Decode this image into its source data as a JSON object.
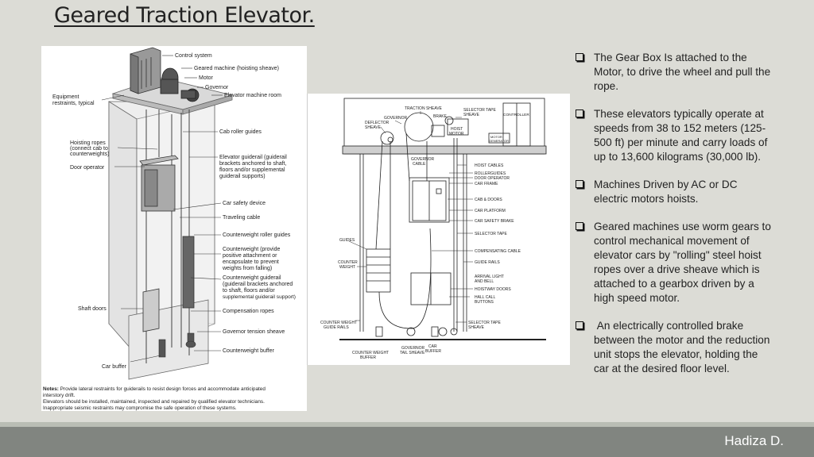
{
  "title": "Geared Traction Elevator.",
  "left_diagram": {
    "labels": {
      "control_system": "Control system",
      "geared_machine": "Geared machine (hoisting sheave)",
      "motor": "Motor",
      "governor": "Governor",
      "machine_room": "Elevator machine room",
      "equipment_restraints_1": "Equipment",
      "equipment_restraints_2": "restraints, typical",
      "cab_roller": "Cab roller guides",
      "hoisting_ropes_1": "Hoisting ropes",
      "hoisting_ropes_2": "(connect cab to",
      "hoisting_ropes_3": "counterweights)",
      "door_operator": "Door operator",
      "guiderail_1": "Elevator guiderail (guiderail",
      "guiderail_2": "brackets anchored to shaft,",
      "guiderail_3": "floors and/or supplemental",
      "guiderail_4": "guiderail supports)",
      "car_safety": "Car safety device",
      "traveling_cable": "Traveling cable",
      "cw_roller": "Counterweight roller guides",
      "counterweight_1": "Counterweight (provide",
      "counterweight_2": "positive attachment or",
      "counterweight_3": "encapsulate to prevent",
      "counterweight_4": "weights from falling)",
      "cw_guiderail_1": "Counterweight guiderail",
      "cw_guiderail_2": "(guiderail brackets anchored",
      "cw_guiderail_3": "to shaft, floors and/or",
      "cw_guiderail_4": "supplemental guiderail support)",
      "shaft_doors": "Shaft doors",
      "compensation": "Compensation ropes",
      "governor_sheave": "Governor tension sheave",
      "cw_buffer": "Counterweight buffer",
      "car_buffer": "Car buffer"
    },
    "notes_label": "Notes:",
    "notes_1": "Provide lateral restraints for guiderails to resist design forces and accommodate anticipated",
    "notes_2": "interstory drift.",
    "notes_3": "Elevators should be installed, maintained, inspected and repaired by qualified elevator technicians.",
    "notes_4": "Inappropriate seismic restraints may compromise the safe operation of these systems."
  },
  "right_diagram": {
    "labels": {
      "traction_sheave": "TRACTION SHEAVE",
      "selector_tape_sheave_1": "SELECTOR TAPE",
      "selector_tape_sheave_2": "SHEAVE",
      "governor": "GOVERNOR",
      "brake": "BRAKE",
      "controller": "CONTROLLER",
      "deflector_1": "DEFLECTOR",
      "deflector_2": "SHEAVE",
      "hoist_motor_1": "HOIST",
      "hoist_motor_2": "MOTOR",
      "motor_generator_1": "MOTOR",
      "motor_generator_2": "GENERATOR",
      "governor_cable_1": "GOVERNOR",
      "governor_cable_2": "CABLE",
      "hoist_cables": "HOIST CABLES",
      "rollerguides": "ROLLERGUIDES",
      "door_operator": "DOOR OPERATOR",
      "car_frame": "CAR FRAME",
      "cab_doors": "CAB & DOORS",
      "car_platform": "CAR PLATFORM",
      "car_safety_brake": "CAR SAFETY BRAKE",
      "selector_tape": "SELECTOR TAPE",
      "guides": "GUIDES",
      "compensating_cable": "COMPENSATING CABLE",
      "counter_weight_1": "COUNTER",
      "counter_weight_2": "WEIGHT",
      "guide_rails": "GUIDE RAILS",
      "arrival_light_1": "ARRIVAL LIGHT",
      "arrival_light_2": "AND BELL",
      "hoistway_doors": "HOISTWAY DOORS",
      "hall_call_1": "HALL CALL",
      "hall_call_2": "BUTTONS",
      "cw_guide_rails_1": "COUNTER WEIGHT",
      "cw_guide_rails_2": "GUIDE RAILS",
      "selector_tape_sheave_b1": "SELECTOR TAPE",
      "selector_tape_sheave_b2": "SHEAVE",
      "cw_buffer_1": "COUNTER WEIGHT",
      "cw_buffer_2": "BUFFER",
      "gov_tail_1": "GOVERNOR",
      "gov_tail_2": "TAIL SHEAVE",
      "car_buffer_1": "CAR",
      "car_buffer_2": "BUFFER"
    }
  },
  "bullets": [
    "The Gear Box Is attached to the Motor, to drive the wheel and pull the rope.",
    "These elevators typically operate at speeds from 38 to 152 meters (125-500 ft) per minute and carry loads of up to 13,600 kilograms (30,000 lb).",
    "Machines Driven by AC or DC electric motors hoists.",
    "Geared machines use worm gears to control mechanical movement of elevator cars by \"rolling\" steel hoist ropes over a drive sheave which is attached to a gearbox driven by a high speed motor.",
    " An electrically controlled brake between the motor and the reduction unit stops the elevator, holding the car at the desired floor level."
  ],
  "footer": {
    "author": "Hadiza D."
  }
}
